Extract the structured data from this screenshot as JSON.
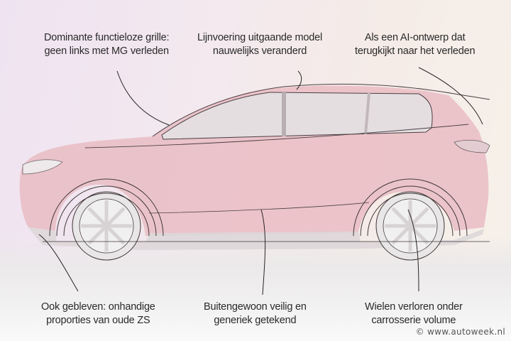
{
  "annotations": {
    "grille": {
      "line1": "Dominante functieloze grille:",
      "line2": "geen links met MG verleden"
    },
    "lines": {
      "line1": "Lijnvoering uitgaande model",
      "line2": "nauwelijks veranderd"
    },
    "ai_design": {
      "line1": "Als een AI-ontwerp dat",
      "line2": "terugkijkt naar het verleden"
    },
    "proportions": {
      "line1": "Ook gebleven: onhandige",
      "line2": "proporties van oude ZS"
    },
    "generic": {
      "line1": "Buitengewoon veilig en",
      "line2": "generiek getekend"
    },
    "wheels": {
      "line1": "Wielen verloren onder",
      "line2": "carrosserie volume"
    }
  },
  "credit": "© www.autoweek.nl",
  "colors": {
    "car_body": "#e9b9c0",
    "car_lower": "#dcd6d8",
    "ink": "#3a3434",
    "window": "#e6e1e3"
  }
}
